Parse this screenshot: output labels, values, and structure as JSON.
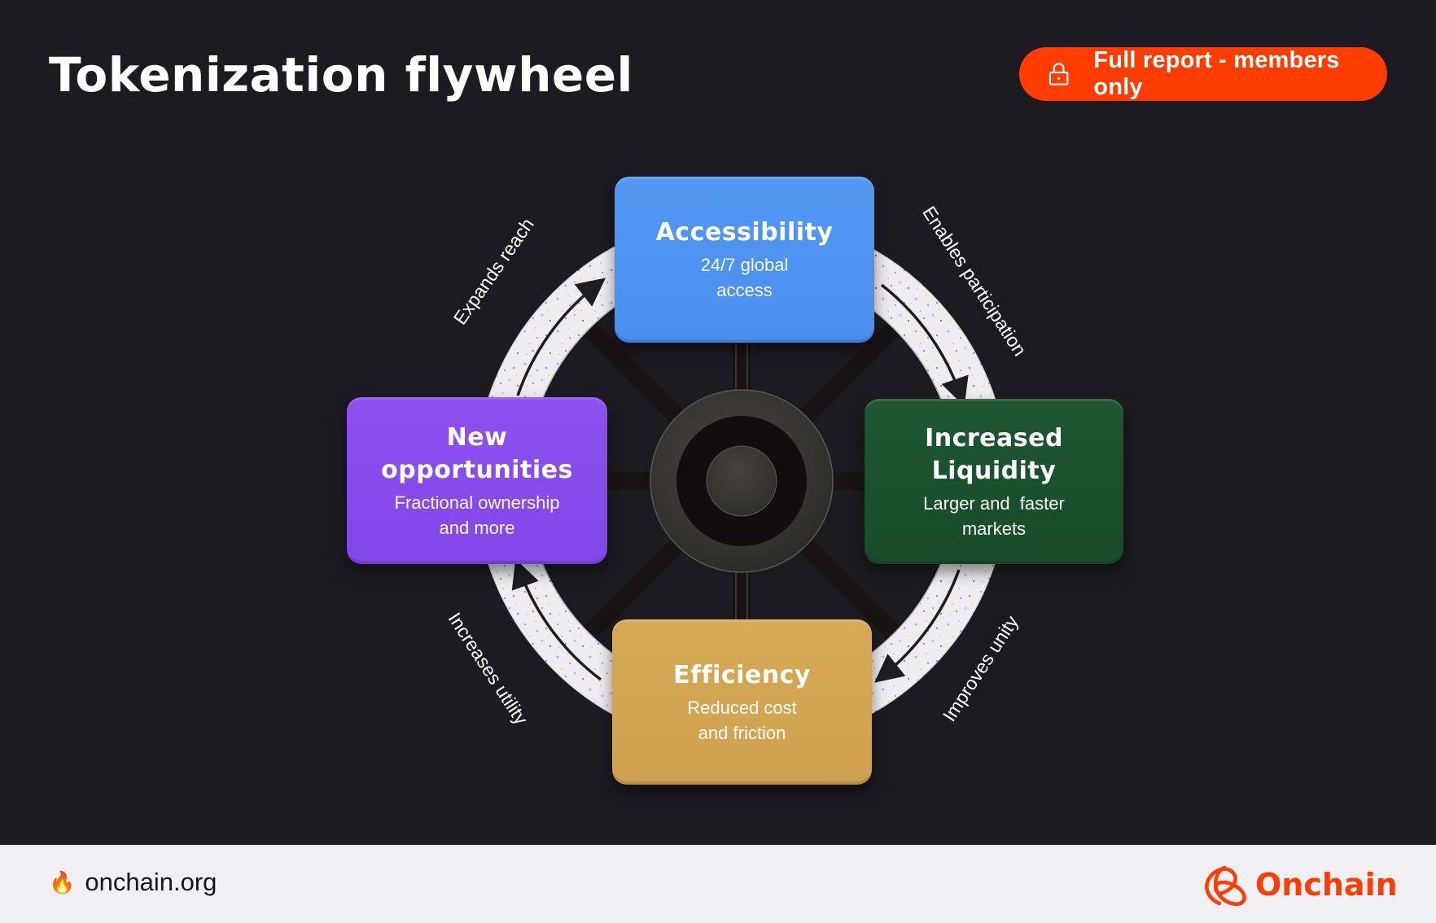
{
  "header": {
    "title": "Tokenization flywheel",
    "badge": {
      "icon": "lock-icon",
      "label": "Full report - members only",
      "color": "#ff3d00"
    }
  },
  "flywheel": {
    "cards": [
      {
        "id": "accessibility",
        "title": "Accessibility",
        "subtitle_line1": "24/7 global",
        "subtitle_line2": "access",
        "color": "#4f93f1",
        "position": "top"
      },
      {
        "id": "liquidity",
        "title_line1": "Increased",
        "title_line2": "Liquidity",
        "subtitle_line1": "Larger and  faster",
        "subtitle_line2": "markets",
        "color": "#1b512f",
        "position": "right"
      },
      {
        "id": "efficiency",
        "title": "Efficiency",
        "subtitle_line1": "Reduced cost",
        "subtitle_line2": "and friction",
        "color": "#d2a552",
        "position": "bottom"
      },
      {
        "id": "opportunities",
        "title_line1": "New",
        "title_line2": "opportunities",
        "subtitle_line1": "Fractional ownership",
        "subtitle_line2": "and more",
        "color": "#874cec",
        "position": "left"
      }
    ],
    "connectors": [
      {
        "label": "Enables participation",
        "from": "Accessibility",
        "to": "Increased Liquidity"
      },
      {
        "label": "Improves unity",
        "from": "Increased Liquidity",
        "to": "Efficiency"
      },
      {
        "label": "Increases utility",
        "from": "Efficiency",
        "to": "New opportunities"
      },
      {
        "label": "Expands reach",
        "from": "New opportunities",
        "to": "Accessibility"
      }
    ]
  },
  "footer": {
    "site_icon": "fire-icon",
    "site_url": "onchain.org",
    "brand_icon": "onchain-logo-icon",
    "brand_name": "Onchain",
    "brand_color": "#ff3d00"
  }
}
